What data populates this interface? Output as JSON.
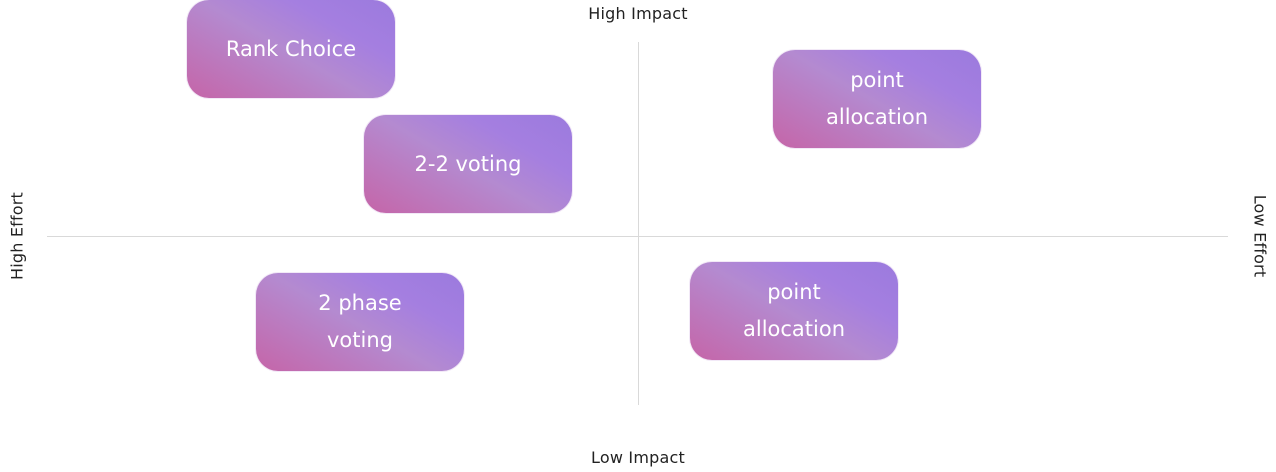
{
  "axes": {
    "top": "High Impact",
    "bottom": "Low Impact",
    "left": "High Effort",
    "right": "Low Effort"
  },
  "cards": [
    {
      "label": "Rank Choice"
    },
    {
      "label": "2-2 voting"
    },
    {
      "label": "point\nallocation"
    },
    {
      "label": "2 phase\nvoting"
    },
    {
      "label": "point\nallocation"
    }
  ],
  "colors": {
    "card_gradient_start": "#c565a8",
    "card_gradient_end": "#9b7ade",
    "axis_line": "#d9d9d9",
    "card_text": "#ffffff"
  }
}
